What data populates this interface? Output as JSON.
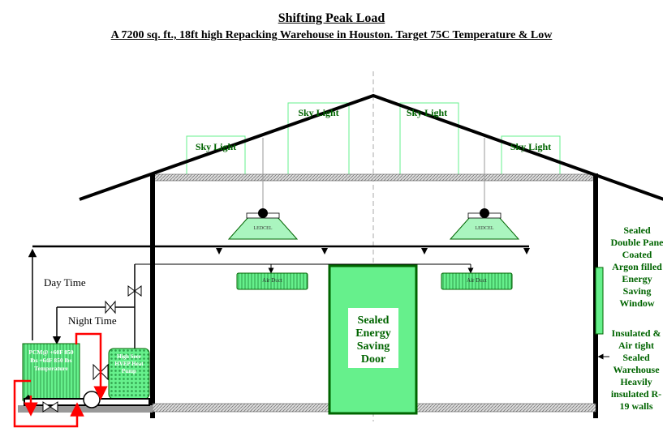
{
  "title": "Shifting Peak Load",
  "subtitle": "A 7200 sq. ft., 18ft high Repacking Warehouse in Houston. Target 75C Temperature & Low",
  "skylights": [
    "Sky Light",
    "Sky Light",
    "Sky Light",
    "Sky Light"
  ],
  "lamp_label": "LEDCEL",
  "duct_label": "Air Duct",
  "door_label": "Sealed Energy Saving Door",
  "day_label": "Day Time",
  "night_label": "Night Time",
  "pcm_label": "PCM@ +60F 850 lbs +64F 850 lbs Temperature",
  "hsb_label": "High Seer HVEP Heat Pump",
  "window_note": "Sealed Double Pane Coated Argon filled Energy Saving Window",
  "wall_note": "Insulated & Air tight Sealed Warehouse Heavily insulated R-19 walls",
  "colors": {
    "green": "#66f08c",
    "dark_green": "#006400",
    "pipe_red": "#ff0000",
    "structure": "#000000"
  }
}
